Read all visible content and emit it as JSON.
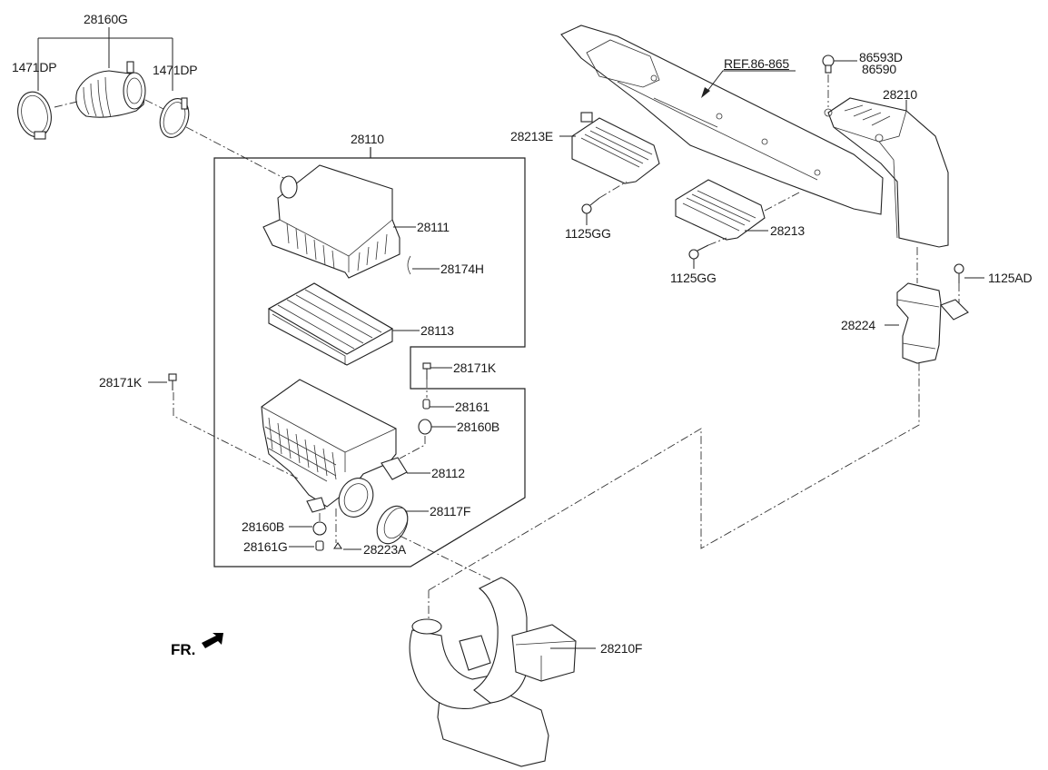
{
  "diagram": {
    "title": "Air Cleaner Assembly Parts Diagram",
    "direction_marker": "FR.",
    "reference": "REF.86-865",
    "parts": [
      {
        "id": "p-28160G",
        "number": "28160G",
        "desc": "hose assembly - air intake"
      },
      {
        "id": "p-1471DP-left",
        "number": "1471DP",
        "desc": "clamp - hose"
      },
      {
        "id": "p-1471DP-right",
        "number": "1471DP",
        "desc": "clamp - hose"
      },
      {
        "id": "p-28110",
        "number": "28110",
        "desc": "air cleaner assembly"
      },
      {
        "id": "p-28111",
        "number": "28111",
        "desc": "cover - air cleaner"
      },
      {
        "id": "p-28174H",
        "number": "28174H",
        "desc": "clip"
      },
      {
        "id": "p-28113",
        "number": "28113",
        "desc": "air cleaner filter"
      },
      {
        "id": "p-28171K-inner",
        "number": "28171K",
        "desc": "bolt"
      },
      {
        "id": "p-28171K-outer",
        "number": "28171K",
        "desc": "bolt"
      },
      {
        "id": "p-28161",
        "number": "28161",
        "desc": "collar"
      },
      {
        "id": "p-28160B-upper",
        "number": "28160B",
        "desc": "insulator"
      },
      {
        "id": "p-28112",
        "number": "28112",
        "desc": "body - air cleaner"
      },
      {
        "id": "p-28117F",
        "number": "28117F",
        "desc": "seal"
      },
      {
        "id": "p-28160B-lower",
        "number": "28160B",
        "desc": "insulator"
      },
      {
        "id": "p-28161G",
        "number": "28161G",
        "desc": "collar"
      },
      {
        "id": "p-28223A",
        "number": "28223A",
        "desc": "clip"
      },
      {
        "id": "p-28213E",
        "number": "28213E",
        "desc": "resonator"
      },
      {
        "id": "p-1125GG-left",
        "number": "1125GG",
        "desc": "bolt"
      },
      {
        "id": "p-28213",
        "number": "28213",
        "desc": "resonator"
      },
      {
        "id": "p-1125GG-right",
        "number": "1125GG",
        "desc": "bolt"
      },
      {
        "id": "p-86593D",
        "number": "86593D",
        "desc": "fastener"
      },
      {
        "id": "p-86590",
        "number": "86590",
        "desc": "fastener"
      },
      {
        "id": "p-28210",
        "number": "28210",
        "desc": "duct - air intake"
      },
      {
        "id": "p-1125AD",
        "number": "1125AD",
        "desc": "bolt"
      },
      {
        "id": "p-28224",
        "number": "28224",
        "desc": "duct"
      },
      {
        "id": "p-28210F",
        "number": "28210F",
        "desc": "resonator assembly"
      }
    ]
  }
}
